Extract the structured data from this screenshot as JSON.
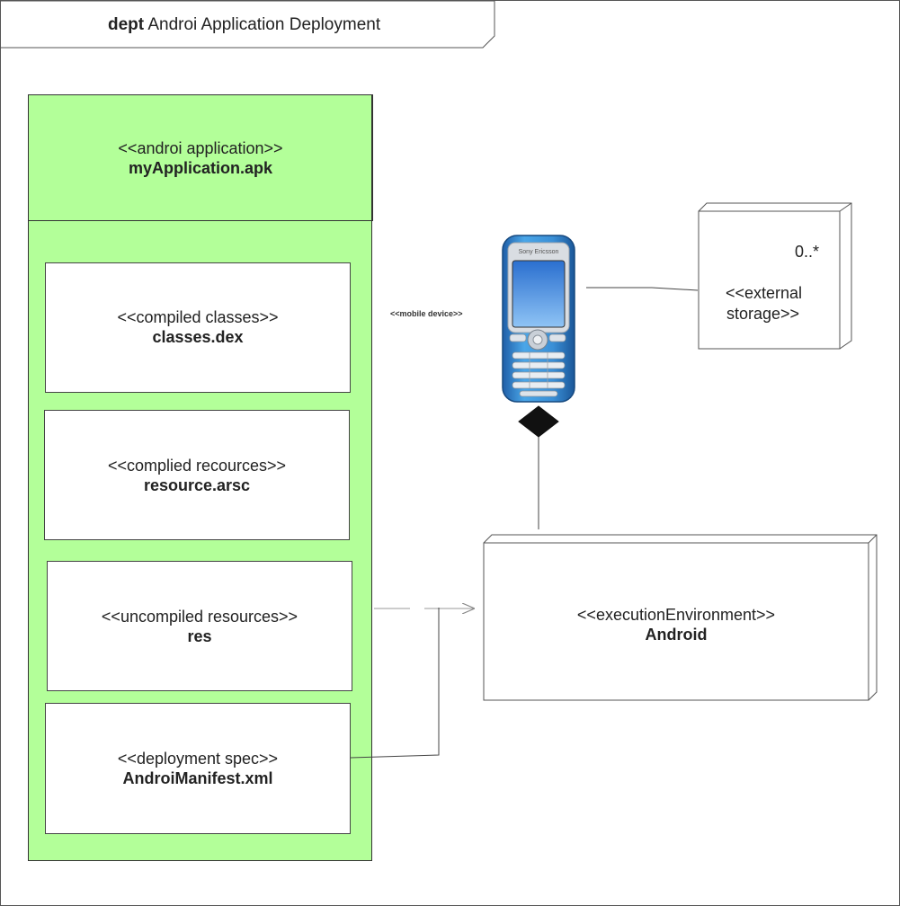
{
  "frame": {
    "keyword": "dept",
    "title": "Androi Application Deployment"
  },
  "artifact": {
    "stereotype": "<<androi application>>",
    "name": "myApplication.apk"
  },
  "components": [
    {
      "stereotype": "<<compiled classes>>",
      "name": "classes.dex"
    },
    {
      "stereotype": "<<complied recources>>",
      "name": "resource.arsc"
    },
    {
      "stereotype": "<<uncompiled resources>>",
      "name": "res"
    },
    {
      "stereotype": "<<deployment spec>>",
      "name": "AndroiManifest.xml"
    }
  ],
  "device": {
    "stereotype": "<<mobile device>>",
    "brand": "Sony Ericsson"
  },
  "storage": {
    "multiplicity": "0..*",
    "stereotype_line1": "<<external",
    "stereotype_line2": "storage>>"
  },
  "environment": {
    "stereotype": "<<executionEnvironment>>",
    "name": "Android"
  },
  "colors": {
    "artifact_fill": "#b3ff99",
    "phone_blue": "#3a8fd6",
    "connector_gray": "#888888"
  }
}
